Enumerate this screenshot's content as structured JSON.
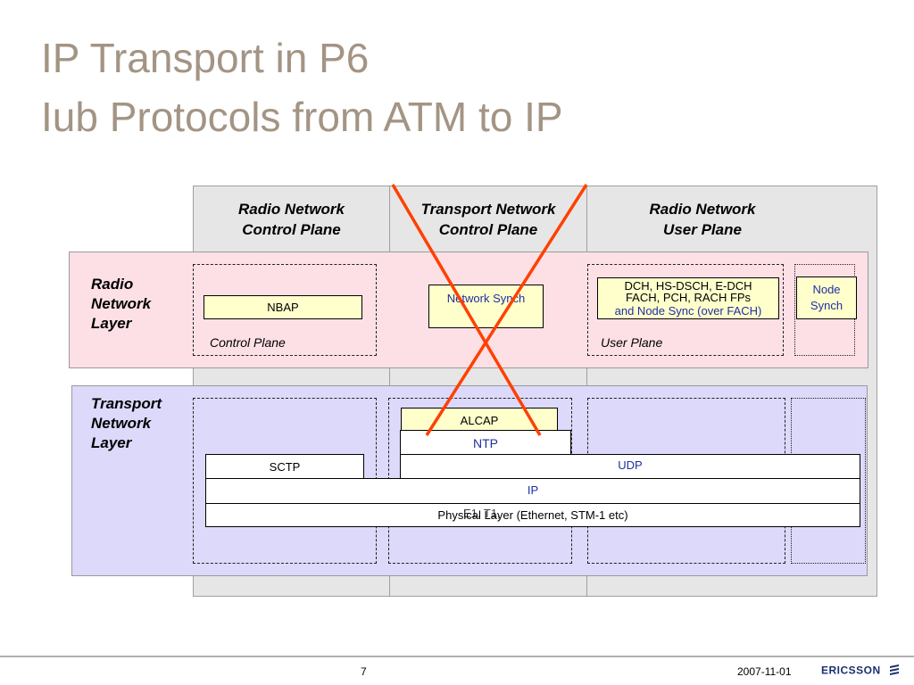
{
  "title": {
    "line1": "IP Transport in P6",
    "line2": "Iub Protocols from ATM to IP"
  },
  "columns": {
    "rn_control": "Radio Network\nControl Plane",
    "tn_control": "Transport Network\nControl Plane",
    "rn_user": "Radio Network\nUser Plane"
  },
  "layers": {
    "radio_network": "Radio\nNetwork\nLayer",
    "transport_network": "Transport\nNetwork\nLayer"
  },
  "radio_layer": {
    "nbap": "NBAP",
    "control_plane": "Control Plane",
    "network_synch": "Network Synch",
    "dch_line1": "DCH, HS-DSCH, E-DCH",
    "dch_line2": "FACH, PCH,  RACH  FPs",
    "dch_line3": "and Node Sync (over FACH)",
    "user_plane": "User Plane",
    "node_synch": "Node\nSynch"
  },
  "transport_layer": {
    "alcap": "ALCAP",
    "ntp": "NTP",
    "sctp": "SCTP",
    "udp": "UDP",
    "ip": "IP",
    "physical": "Physical Layer (Ethernet, STM-1 etc)",
    "physical_overlap": "E1, T1,"
  },
  "footer": {
    "page": "7",
    "date": "2007-11-01",
    "logo": "ERICSSON"
  },
  "colors": {
    "title": "#a39484",
    "radio_layer_bg": "#fde0e6",
    "transport_layer_bg": "#dcd9fb",
    "cross": "#ff4000",
    "column_bg": "#e6e6e6",
    "yellow_box": "#ffffcc"
  }
}
